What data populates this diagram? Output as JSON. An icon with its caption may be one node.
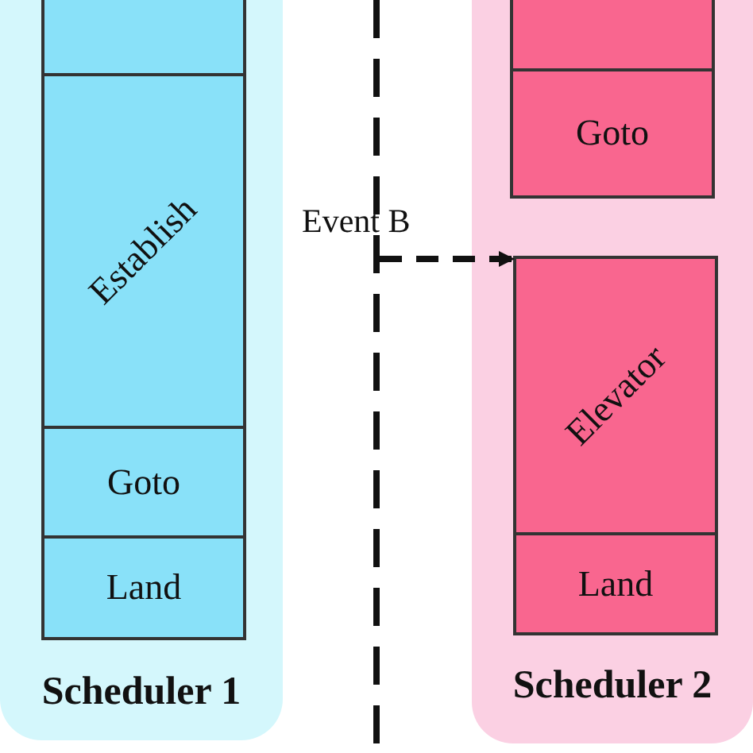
{
  "diagram": {
    "nodes": [
      {
        "text": [
          "Scheduler 1"
        ]
      },
      {
        "text": [],
        "shape": "box",
        "in": 0
      },
      {
        "text": [
          "Establish"
        ],
        "in": 0
      },
      {
        "text": [
          "Goto"
        ],
        "in": 0
      },
      {
        "text": [
          "Land"
        ],
        "in": 0
      },
      {
        "text": [
          "Scheduler 2"
        ]
      },
      {
        "text": [],
        "shape": "box",
        "in": 5
      },
      {
        "text": [
          "Goto"
        ],
        "in": 5
      },
      {
        "text": [
          "Elevator"
        ],
        "in": 5
      },
      {
        "text": [
          "Land"
        ],
        "in": 5
      }
    ],
    "edges": [
      {
        "from": null,
        "to": 8,
        "arrow": "to",
        "label": "Event B",
        "style": "dashed"
      }
    ]
  }
}
